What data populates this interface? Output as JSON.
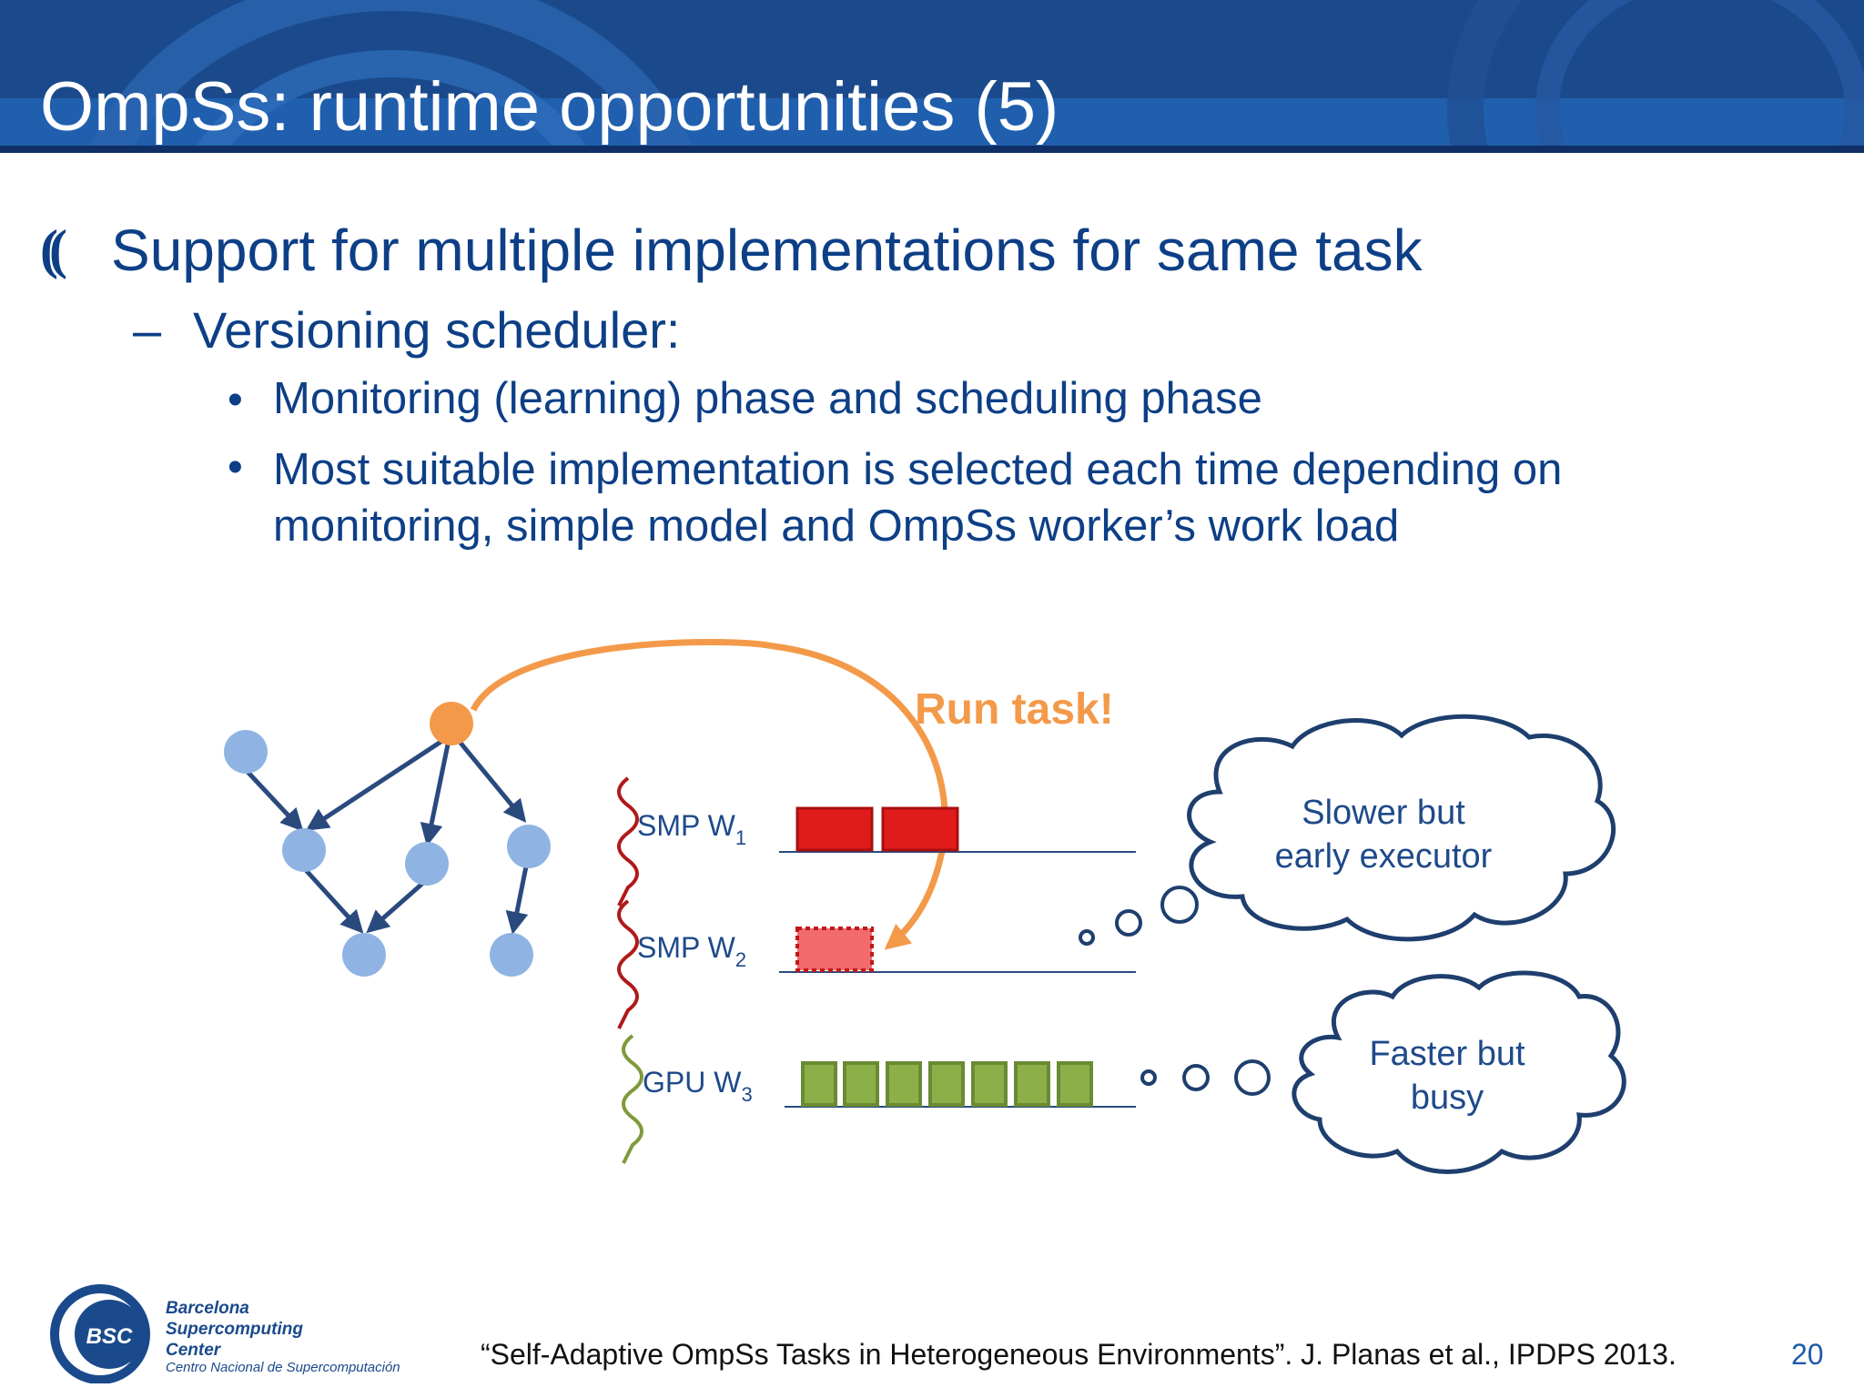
{
  "slide": {
    "title": "OmpSs: runtime opportunities (5)",
    "bullet1": "Support for multiple implementations for same task",
    "bullet1_marker": "((",
    "sub_dash": "–",
    "sub_bullet": "Versioning scheduler:",
    "dot": "•",
    "point1": "Monitoring (learning) phase and scheduling phase",
    "point2_line1": "Most suitable implementation is selected each time depending on",
    "point2_line2": "monitoring, simple model and OmpSs worker’s work load"
  },
  "diagram": {
    "run_task_label": "Run task!",
    "workers": [
      {
        "label": "SMP W",
        "sub": "1"
      },
      {
        "label": "SMP W",
        "sub": "2"
      },
      {
        "label": "GPU W",
        "sub": "3"
      }
    ],
    "cloud1_line1": "Slower but",
    "cloud1_line2": "early executor",
    "cloud2_line1": "Faster but",
    "cloud2_line2": "busy"
  },
  "footer": {
    "citation": "“Self-Adaptive OmpSs Tasks in Heterogeneous Environments”. J. Planas et al., IPDPS 2013.",
    "page_number": "20",
    "logo_abbrev": "BSC",
    "logo_line1": "Barcelona",
    "logo_line2": "Supercomputing",
    "logo_line3": "Center",
    "logo_subtitle": "Centro Nacional de Supercomputación"
  },
  "colors": {
    "header_bg": "#1b4a8c",
    "text_blue": "#0d3f86",
    "node_blue": "#8fb4e3",
    "node_orange": "#f39a4a",
    "smp_red": "#e01b1b",
    "gpu_green": "#8bb04a"
  }
}
